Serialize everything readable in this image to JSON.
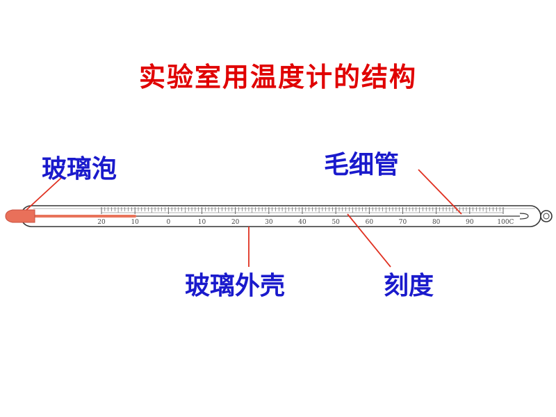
{
  "title": "实验室用温度计的结构",
  "labels": {
    "bulb": "玻璃泡",
    "capillary": "毛细管",
    "shell": "玻璃外壳",
    "scale": "刻度"
  },
  "scale": {
    "min": -20,
    "max": 100,
    "major_step": 10,
    "minor_step": 1,
    "tick_labels": [
      "20",
      "10",
      "0",
      "10",
      "20",
      "30",
      "40",
      "50",
      "60",
      "70",
      "80",
      "90",
      "100"
    ],
    "unit": "C"
  },
  "reading": -10,
  "colors": {
    "title": "#e00000",
    "label": "#1a1acc",
    "leader": "#e03020",
    "liquid": "#e8735a",
    "bulb": "#e9705a",
    "tube": "#333333"
  },
  "icons": {
    "bulb": "glass-bulb-icon",
    "hanging_ring": "ring-icon"
  }
}
